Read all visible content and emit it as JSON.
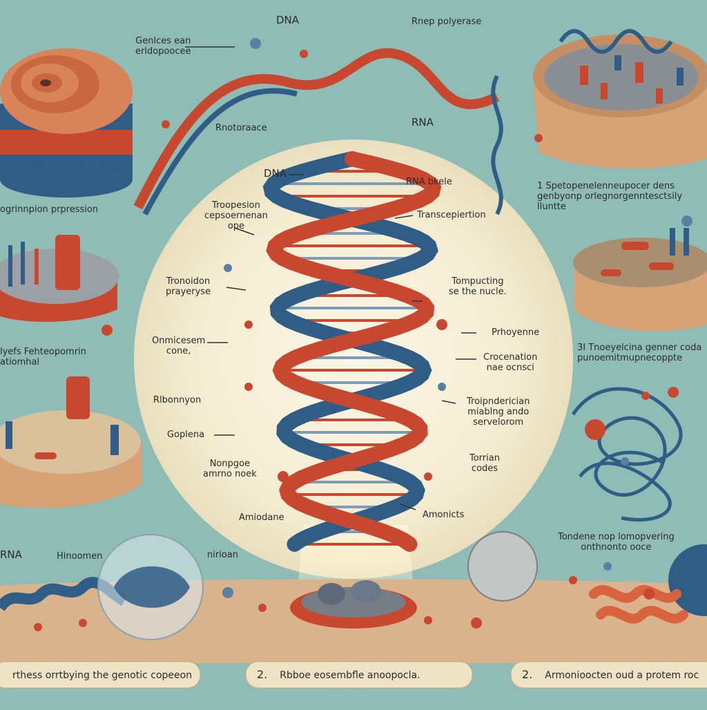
{
  "labels": {
    "dna_top": "DNA",
    "rnap_top": "Rnep polyerase",
    "genes": "Genlces ean\nerldopoocee",
    "rnotoraace": "Rnotoraace",
    "rna_top": "RNA",
    "left_process": "ogrinnpion prpression",
    "right_step1": "1 Spetopenelenneupocer dens\ngenbyonp orlegnorgenntesctsily lluntte",
    "center_dna": "DNA",
    "rna_bkele": "RNA bkele",
    "troopesion": "Troopesion\ncepsoernenan\nope",
    "transcepiertion": "Transcepiertion",
    "tronoidon": "Tronoidon\nprayeryse",
    "tompucting": "Tompucting\nse the nucle.",
    "onmicesem": "Onmicesem\ncone,",
    "prhoyenne": "Prhoyenne",
    "crocenation": "Crocenation\nnae ocnsci",
    "left_mid": "lyefs Fehteopomrin\natiomhal",
    "right_step3": "3I Tnoeyelcina genner coda\npunoemitmupnecoppte",
    "ribonnyon": "Rlbonnyon",
    "troipnderician": "Troipnderician\nmiablng ando\nservelorom",
    "goplena": "Goplena",
    "nonpgoe": "Nonpgoe\namrno noek",
    "torrian": "Torrian\ncodes",
    "amiodane": "Amiodane",
    "amonicts": "Amonicts",
    "rna_left": "RNA",
    "hinoomen": "Hinoomen",
    "nirioan": "nirioan",
    "tondene": "Tondene nop lomopvering\nonthnonto ooce"
  },
  "captions": [
    {
      "num": "",
      "text": "rthess orrtbying the genotic copeeon"
    },
    {
      "num": "2.",
      "text": "Rbboe eosembfle anoopocla."
    },
    {
      "num": "2.",
      "text": "Armonioocten oud a protem roc"
    }
  ],
  "colors": {
    "background": "#8fbcb5",
    "center_glow": "#f6f0d8",
    "dna_red": "#c8472f",
    "dna_blue": "#2f5d86",
    "platform": "#d9a77c",
    "caption_bar": "#efe3c6"
  }
}
